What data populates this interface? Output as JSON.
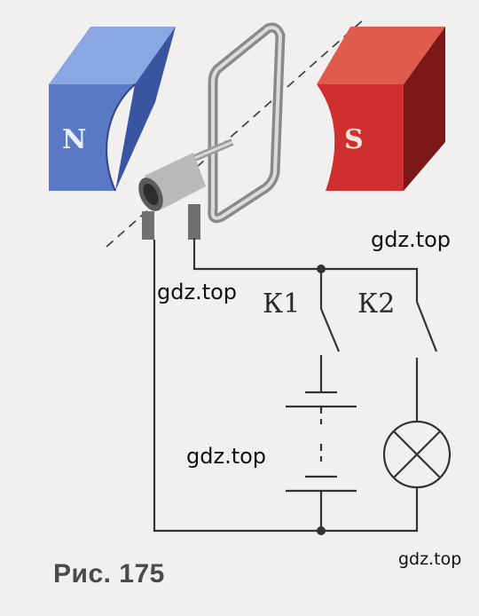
{
  "magnet_north": {
    "label": "N",
    "colors": {
      "front": "#5a79c4",
      "side": "#3a55a0",
      "top": "#8aa7e3"
    }
  },
  "magnet_south": {
    "label": "S",
    "colors": {
      "front": "#cf2f2f",
      "side": "#7d1818",
      "top": "#e05a4e"
    }
  },
  "switches": {
    "k1": "К1",
    "k2": "К2"
  },
  "components": {
    "battery": "battery-cells",
    "lamp": "lamp-cross-symbol",
    "coil": "rotating-wire-frame",
    "commutator": "half-ring-commutator"
  },
  "watermarks": [
    "gdz.top",
    "gdz.top",
    "gdz.top",
    "gdz.top"
  ],
  "caption": "Рис. 175"
}
